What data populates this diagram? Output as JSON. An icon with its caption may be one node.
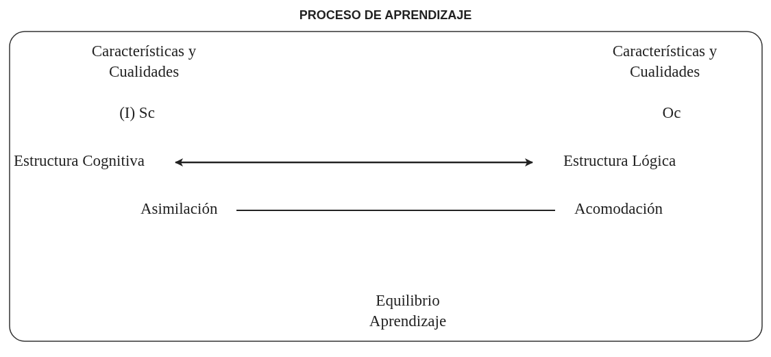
{
  "diagram": {
    "title": "PROCESO DE APRENDIZAJE",
    "nodes": [
      {
        "text": [
          "Estructura Cognitiva"
        ]
      },
      {
        "text": [
          "Estructura Lógica"
        ]
      },
      {
        "text": [
          "Asimilación"
        ]
      },
      {
        "text": [
          "Acomodación"
        ]
      }
    ],
    "edges": [
      {
        "from": 0,
        "to": 1,
        "arrow": "both"
      },
      {
        "from": 2,
        "to": 3,
        "arrow": "none"
      }
    ],
    "labels": [
      "Características y Cualidades",
      "Características y Cualidades",
      "(I) Sc",
      "Oc",
      "Equilibrio Aprendizaje"
    ]
  }
}
